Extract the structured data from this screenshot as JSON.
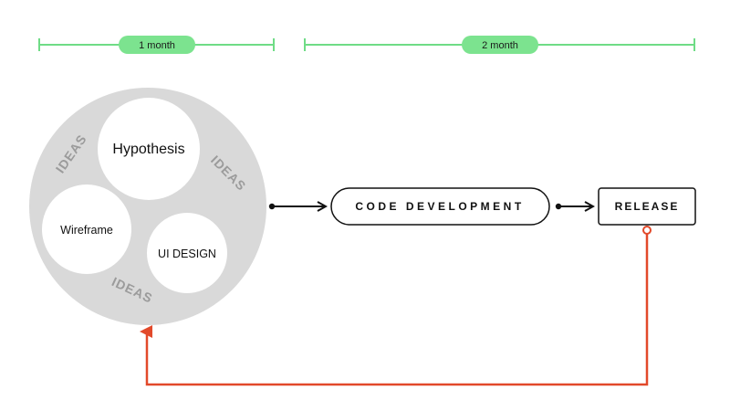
{
  "timeline": {
    "first_duration": "1 month",
    "second_duration": "2 month"
  },
  "cycle": {
    "ideas_labels": [
      "IDEAS",
      "IDEAS",
      "IDEAS"
    ],
    "bubbles": {
      "hypothesis": "Hypothesis",
      "wireframe": "Wireframe",
      "ui_design": "UI DESIGN"
    }
  },
  "stages": {
    "code_development": "CODE DEVELOPMENT",
    "release": "RELEASE"
  },
  "colors": {
    "timeline_green": "#6fdc86",
    "pill_green": "#7ce38f",
    "circle_gray": "#d9d9d9",
    "ideas_gray": "#9b9b9b",
    "feedback_red": "#e2492a",
    "line_dark": "#111111"
  }
}
